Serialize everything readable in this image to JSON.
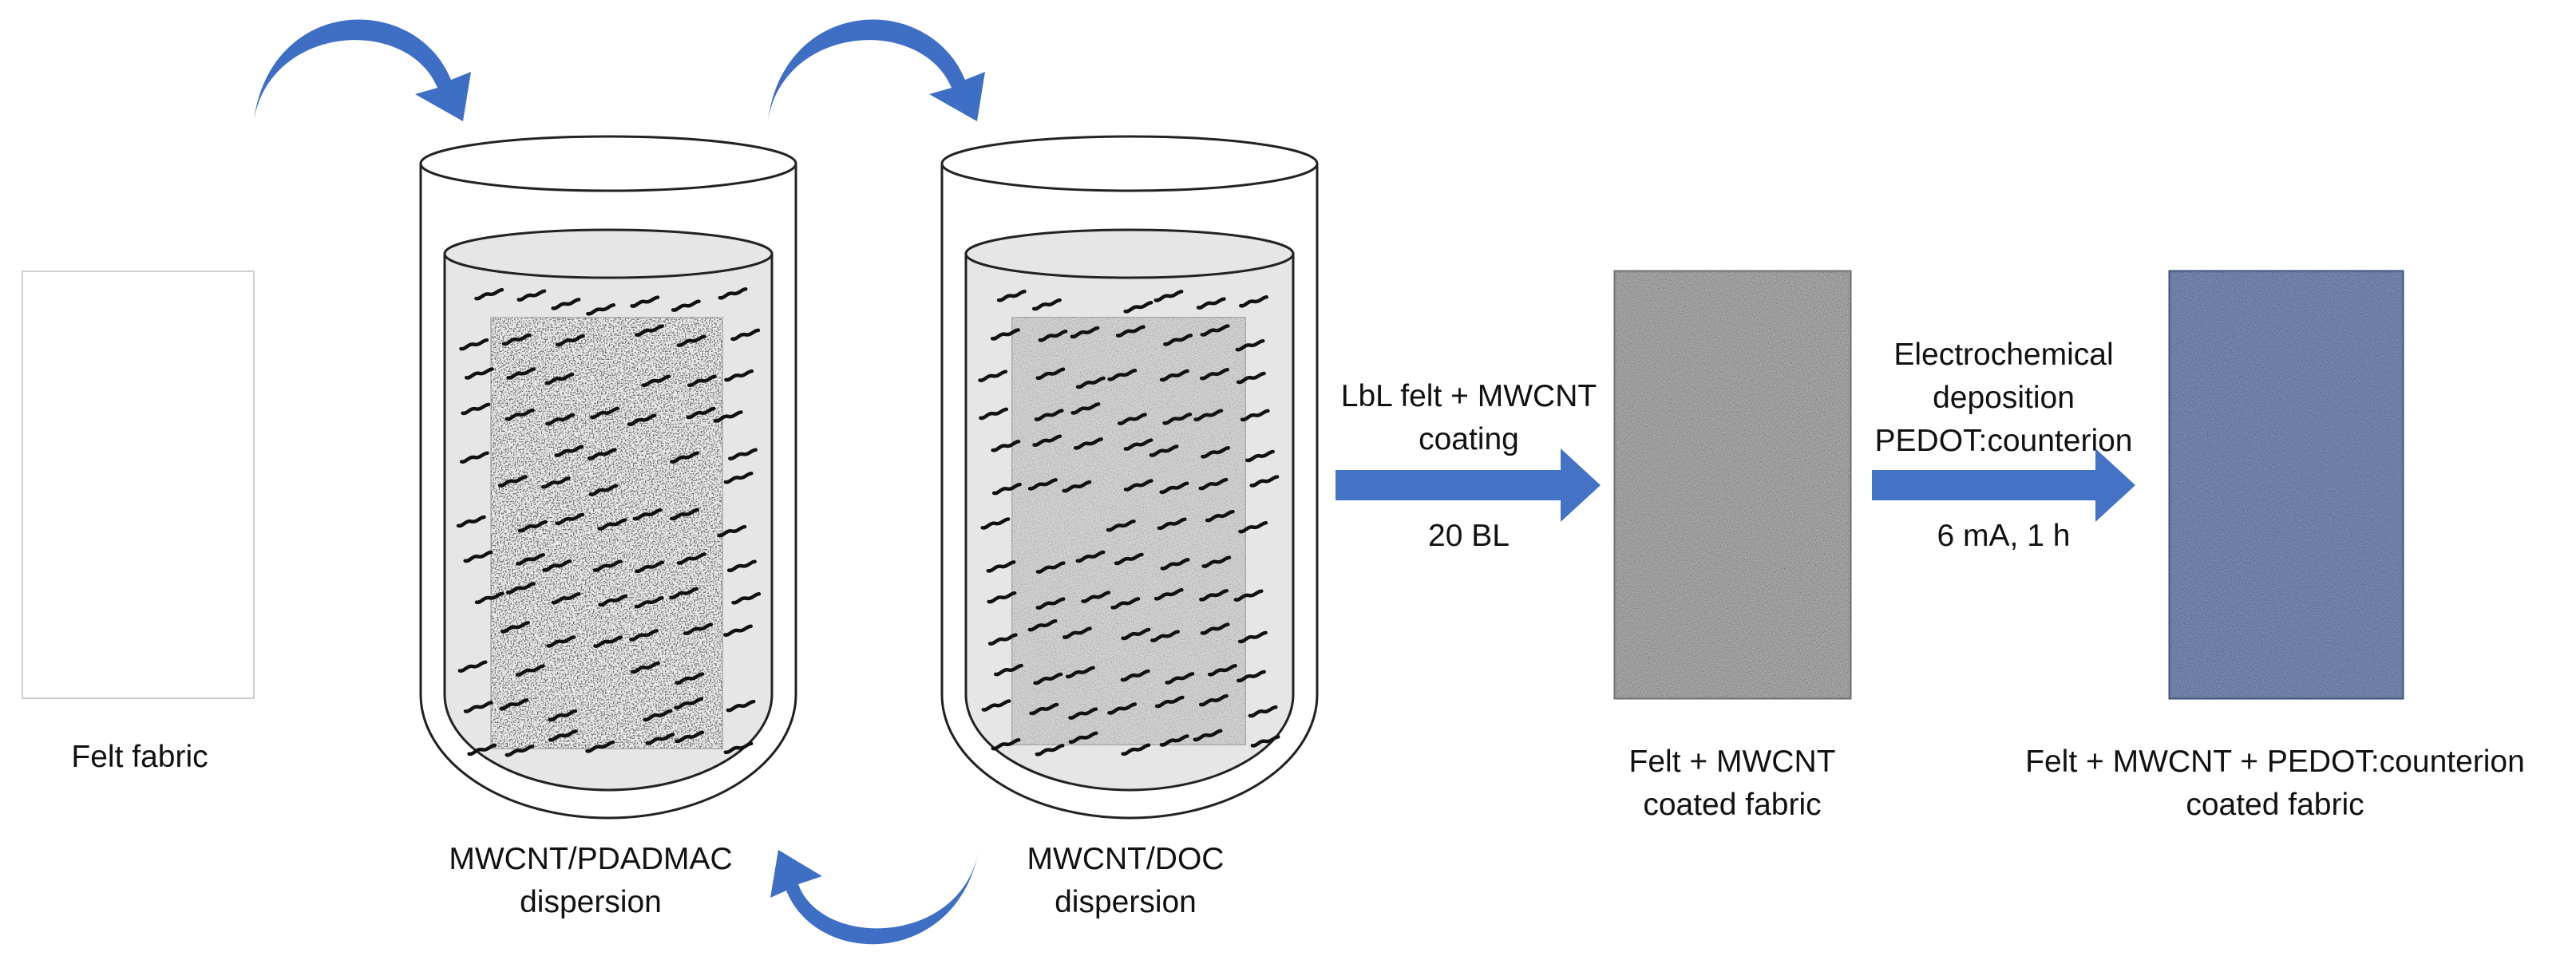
{
  "colors": {
    "arrow_blue": "#4472C4",
    "curved_arrow_blue": "#3F6FC4",
    "beaker_outline": "#222222",
    "liquid": "#e6e6e6",
    "mwcnt_felt_gray": "#8c8c8c",
    "pedot_felt_blue": "#4A63A0",
    "nanotube_black": "#111111"
  },
  "icons": {
    "curved_arrows": "curved-process-arrow-icon",
    "nanotubes": "mwcnt-squiggle-icon",
    "straight_arrows": "right-arrow-icon"
  },
  "labels": {
    "felt_fabric": "Felt fabric",
    "beaker1_line1": "MWCNT/PDADMAC",
    "beaker1_line2": "dispersion",
    "beaker2_line1": "MWCNT/DOC",
    "beaker2_line2": "dispersion",
    "step1_line1": "LbL felt + MWCNT",
    "step1_line2": "coating",
    "step1_param": "20 BL",
    "coated_line1": "Felt + MWCNT",
    "coated_line2": "coated fabric",
    "step2_line1": "Electrochemical",
    "step2_line2": "deposition",
    "step2_line3": "PEDOT:counterion",
    "step2_param": "6 mA, 1 h",
    "final_line1": "Felt + MWCNT + PEDOT:counterion",
    "final_line2": "coated fabric"
  }
}
